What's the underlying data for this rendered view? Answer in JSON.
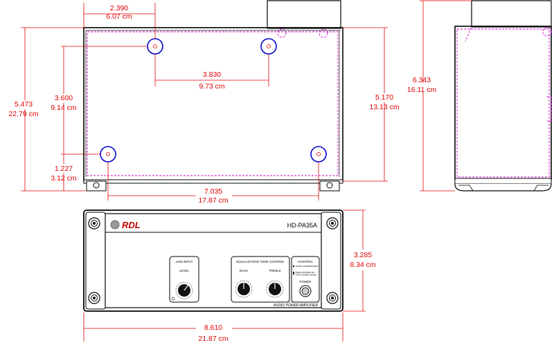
{
  "dims": {
    "d_2390": {
      "in": "2.390",
      "cm": "6.07 cm"
    },
    "d_3830": {
      "in": "3.830",
      "cm": "9.73 cm"
    },
    "d_3600": {
      "in": "3.600",
      "cm": "9.14 cm"
    },
    "d_5473": {
      "in": "5.473",
      "cm": "22.79 cm"
    },
    "d_1227": {
      "in": "1.227",
      "cm": "3.12 cm"
    },
    "d_5170": {
      "in": "5.170",
      "cm": "13.13 cm"
    },
    "d_7035": {
      "in": "7.035",
      "cm": "17.87 cm"
    },
    "d_6343": {
      "in": "6.343",
      "cm": "16.11 cm"
    },
    "d_3285": {
      "in": "3.285",
      "cm": "8.34 cm"
    },
    "d_8610": {
      "in": "8.610",
      "cm": "21.87 cm"
    }
  },
  "panel": {
    "brand": "RDL",
    "model": "HD-PA35A",
    "line_input_title": "LINE INPUT",
    "level_label": "LEVEL",
    "eq_title": "EQUALIZATION TONE CONTROL",
    "bass_label": "BASS",
    "treble_label": "TREBLE",
    "control_title": "CONTROL",
    "audio_compression": "AUDIO COMPRESSION",
    "ready_power": "READY/POWER ON",
    "standby_mode": "OFF/STANDBY MODE",
    "power_label": "POWER",
    "footer": "AUDIO POWER AMPLIFIER"
  },
  "colors": {
    "dimension": "#e00000",
    "hidden_lines": "#cc00cc",
    "mount_holes": "#0000cc",
    "outline": "#000000"
  }
}
